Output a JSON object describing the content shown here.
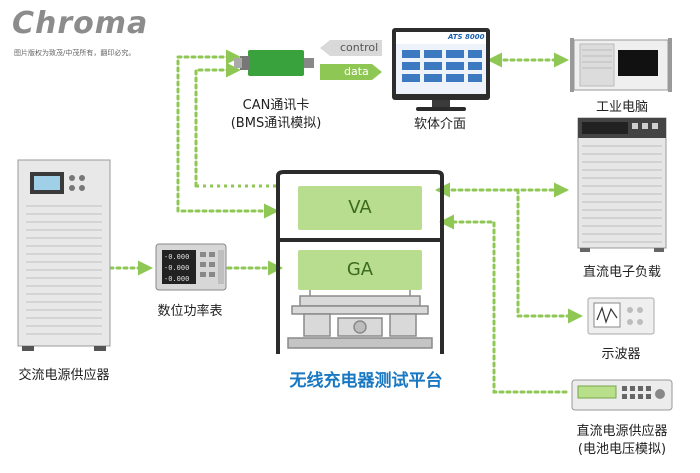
{
  "brand": {
    "logo_text": "Chroma",
    "caption": "图片版权为致茂/中茂所有，翻印必究。"
  },
  "devices": {
    "ac_source": "交流电源供应器",
    "power_meter": "数位功率表",
    "can_card_line1": "CAN通讯卡",
    "can_card_line2": "(BMS通讯模拟)",
    "software": "软体介面",
    "industrial_pc": "工业电脑",
    "dc_load": "直流电子负载",
    "oscilloscope": "示波器",
    "dc_source_line1": "直流电源供应器",
    "dc_source_line2": "(电池电压模拟)"
  },
  "software_screen_brand": "ATS 8000",
  "signals": {
    "control": "control",
    "data": "data"
  },
  "platform": {
    "va": "VA",
    "ga": "GA",
    "title": "无线充电器测试平台"
  },
  "colors": {
    "link": "#8fc755",
    "module": "#b9dd8f",
    "title": "#1a78c2",
    "frame": "#2b2b2b"
  }
}
